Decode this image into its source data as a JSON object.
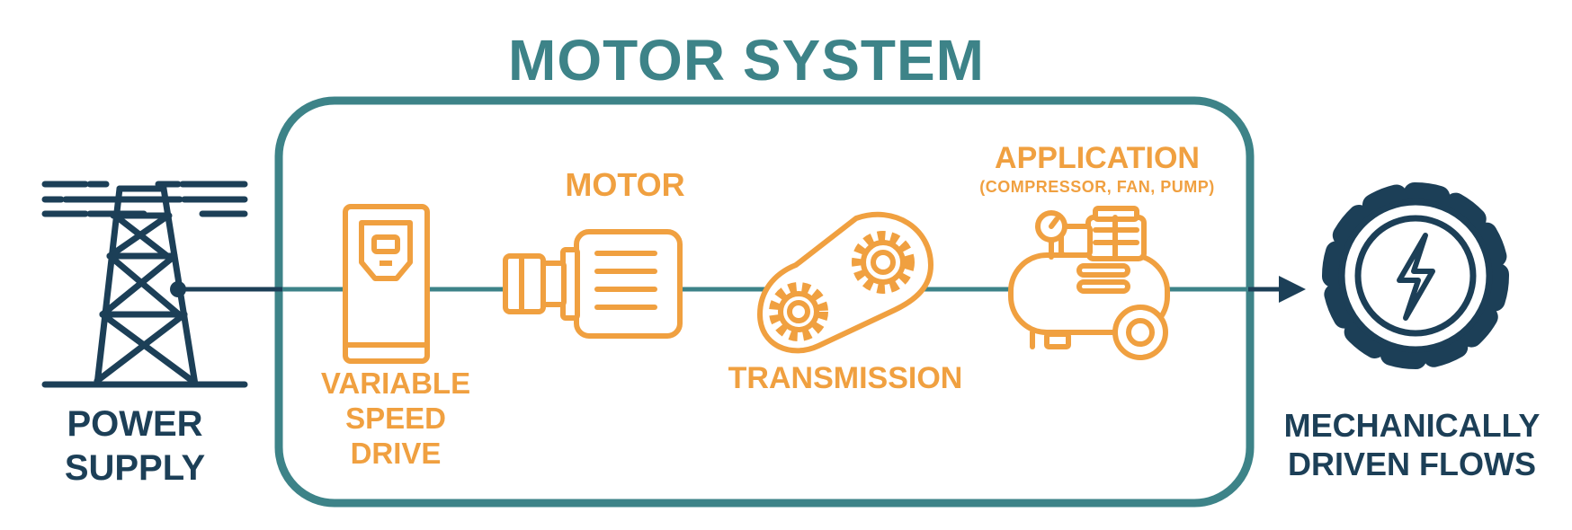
{
  "title": "MOTOR SYSTEM",
  "nodes": {
    "power_supply": "POWER SUPPLY",
    "vsd": "VARIABLE SPEED DRIVE",
    "motor": "MOTOR",
    "transmission": "TRANSMISSION",
    "application": "APPLICATION",
    "application_sub": "(COMPRESSOR, FAN, PUMP)",
    "output": "MECHANICALLY DRIVEN FLOWS"
  },
  "colors": {
    "teal": "#3d8388",
    "navy": "#1c3f57",
    "orange": "#f0a040"
  },
  "icons": [
    "transmission-tower-icon",
    "drive-icon",
    "motor-icon",
    "gear-belt-icon",
    "compressor-icon",
    "energy-gear-icon"
  ]
}
